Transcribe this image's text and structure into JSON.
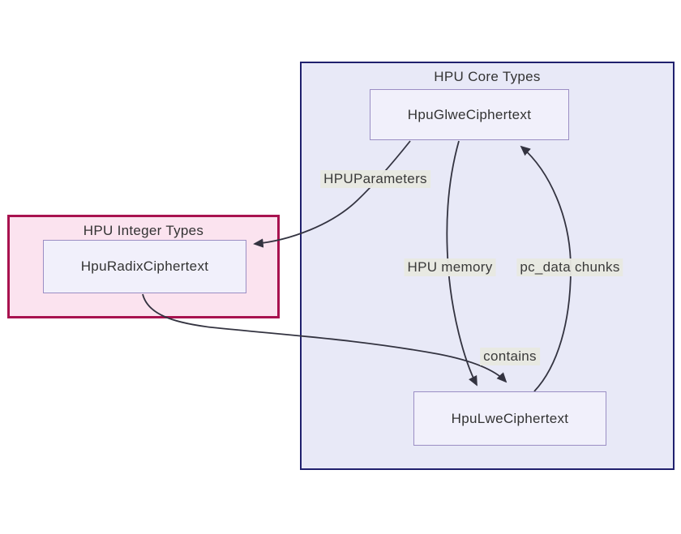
{
  "diagram": {
    "type": "flowchart",
    "groups": [
      {
        "id": "core",
        "label": "HPU Core Types"
      },
      {
        "id": "integer",
        "label": "HPU Integer Types"
      }
    ],
    "nodes": [
      {
        "id": "glwe",
        "label": "HpuGlweCiphertext",
        "group": "core"
      },
      {
        "id": "radix",
        "label": "HpuRadixCiphertext",
        "group": "integer"
      },
      {
        "id": "lwe",
        "label": "HpuLweCiphertext",
        "group": "core"
      }
    ],
    "edges": [
      {
        "from": "glwe",
        "to": "radix",
        "label": "HPUParameters"
      },
      {
        "from": "glwe",
        "to": "lwe",
        "label": "HPU memory"
      },
      {
        "from": "lwe",
        "to": "glwe",
        "label": "pc_data chunks"
      },
      {
        "from": "radix",
        "to": "lwe",
        "label": "contains"
      }
    ],
    "colors": {
      "page_bg": "#ffffff",
      "core_fill": "#E8E9F7",
      "core_border": "#20206E",
      "integer_fill": "#FBE3EF",
      "integer_border": "#A8124F",
      "node_fill": "#F1F0FB",
      "node_border": "#9B8EC4",
      "edge_color": "#333340",
      "label_bg": "#E9E9E2",
      "text_color": "#333333"
    }
  }
}
